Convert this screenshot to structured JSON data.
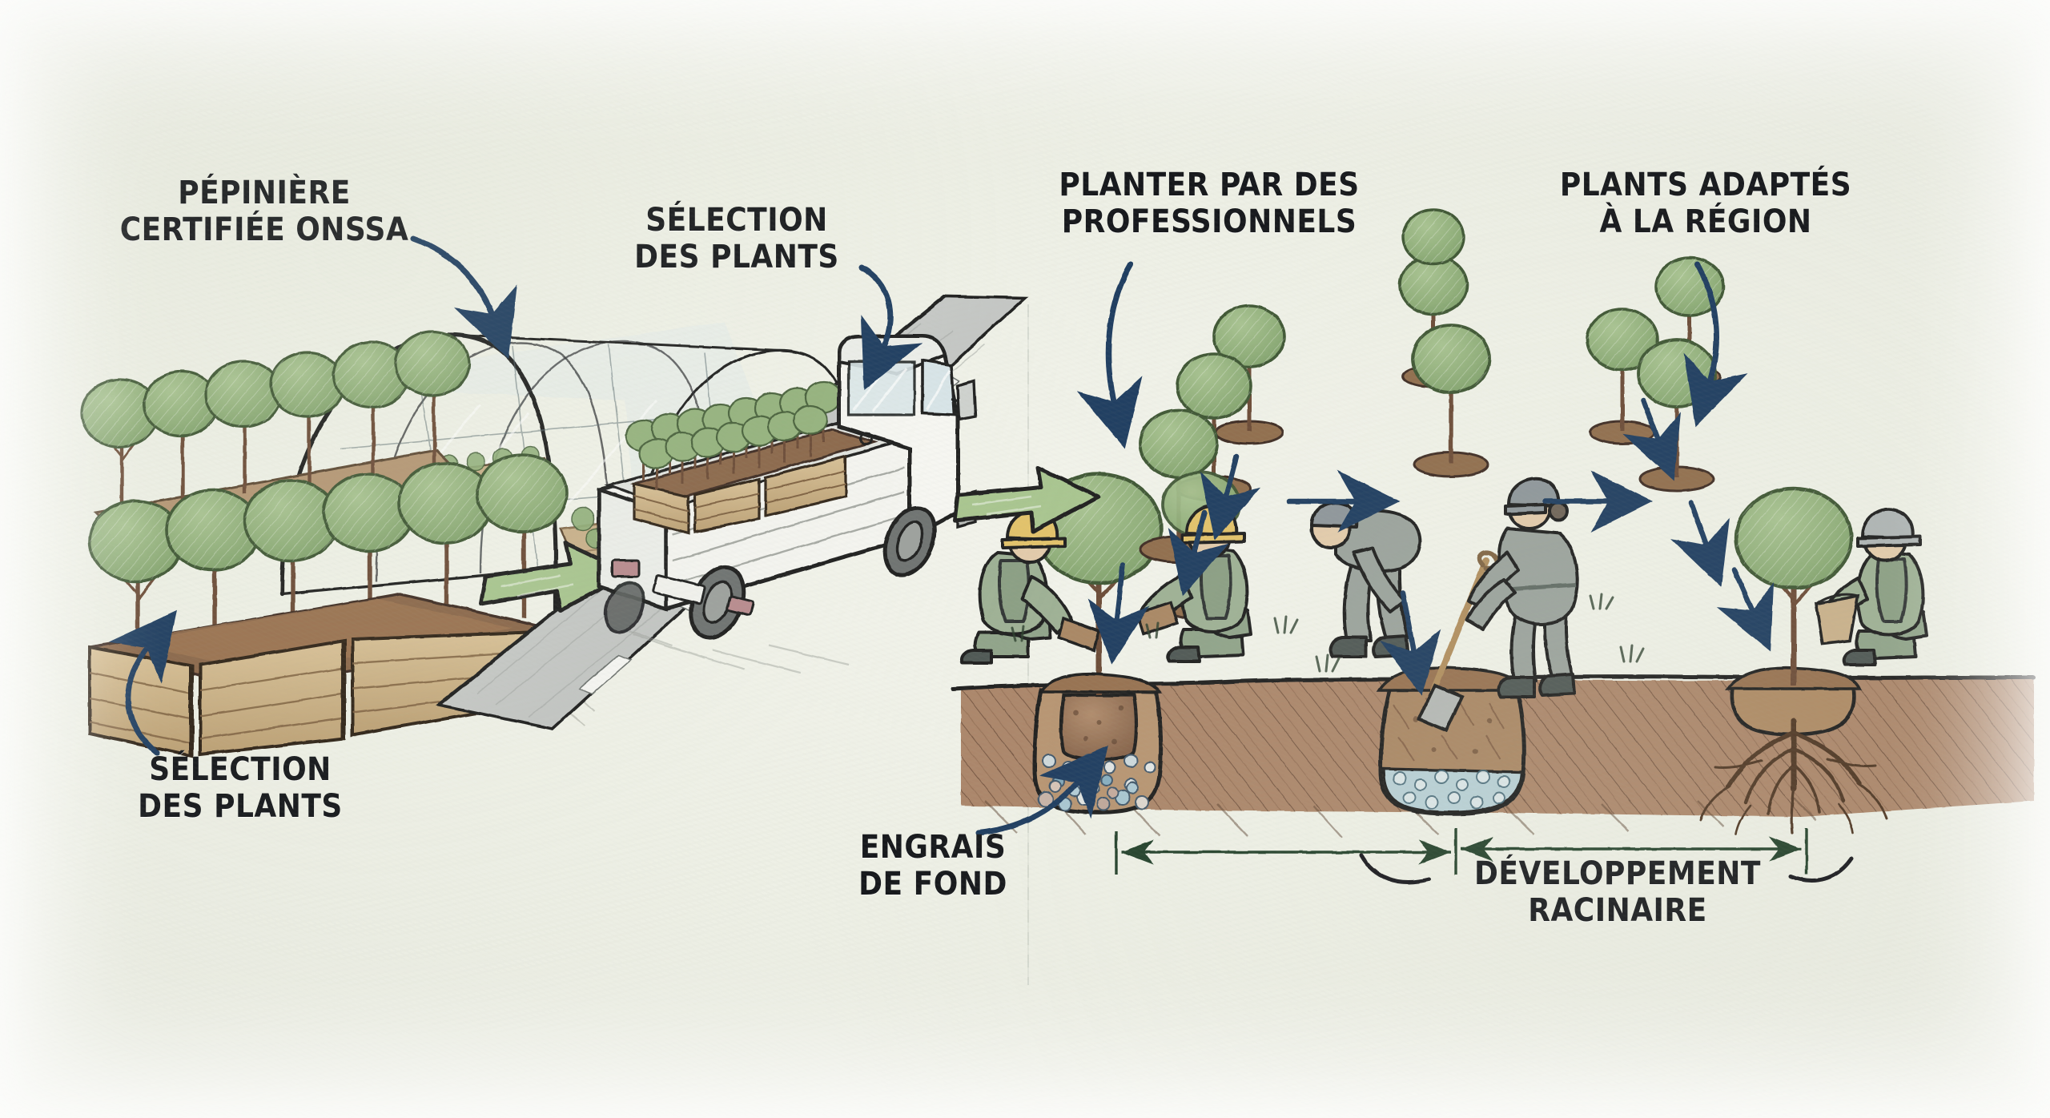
{
  "illustration": {
    "title": "Étapes de plantation d'arbres — de la pépinière au développement racinaire",
    "style": "hand-drawn sketch infographic, French labels",
    "background_color": "#eff0e8"
  },
  "palette": {
    "paper": "#eff0e8",
    "ink": "#14161a",
    "foliage_green": "#8fae79",
    "foliage_green_dark": "#6f9260",
    "soil_brown": "#a9826a",
    "soil_dark": "#7d5a44",
    "trunk_brown": "#6b4a35",
    "arrow_navy": "#1d3a5f",
    "arrow_green": "#a8c58f",
    "dimension_green": "#24402a",
    "helmet_yellow": "#e3c269",
    "uniform_green": "#93a68d",
    "road_gray": "#c3c5c4",
    "truck_white": "#f4f4f0",
    "gravel_blue": "#9fc2cf"
  },
  "labels": {
    "pepiniere": "PÉPINIÈRE\nCERTIFIÉE ONSSA",
    "selection_truck": "SÉLECTION\nDES PLANTS",
    "planter_pro": "PLANTER PAR DES\nPROFESSIONNELS",
    "plants_adaptes": "PLANTS ADAPTÉS\nÀ LA RÉGION",
    "selection_bottom": "SÉLECTION\nDES PLANTS",
    "engrais": "ENGRAIS\nDE FOND",
    "developpement_racinaire": "DÉVELOPPEMENT\nRACINAIRE"
  },
  "scenes": [
    {
      "id": "nursery",
      "name": "Pépinière certifiée ONSSA",
      "elements": [
        "greenhouse-tunnel",
        "wooden-planter-crates",
        "sapling-rows"
      ],
      "crate_count": 3,
      "sapling_rows": 2
    },
    {
      "id": "transport",
      "name": "Transport des plants",
      "elements": [
        "flatbed-truck",
        "road",
        "crates-of-saplings"
      ],
      "truck_color": "white",
      "road_markings": "dashed-white"
    },
    {
      "id": "planting",
      "name": "Plantation par des professionnels",
      "elements": [
        "workers",
        "planting-holes",
        "root-ball",
        "fertilizer-layer",
        "drainage-gravel",
        "root-system"
      ],
      "worker_count": 5,
      "hole_count": 3
    }
  ],
  "cross_sections": [
    {
      "id": "hole-1",
      "name": "Fosse avec engrais de fond",
      "layers": [
        "root-ball",
        "fertilizer-pellets",
        "gravel-mix"
      ]
    },
    {
      "id": "hole-2",
      "name": "Fosse avec drainage",
      "layers": [
        "backfill-soil",
        "drainage-gravel"
      ]
    },
    {
      "id": "hole-3",
      "name": "Développement racinaire",
      "layers": [
        "established-root-system"
      ]
    }
  ],
  "arrows": {
    "green_flow": 2,
    "navy_pointer": 9,
    "dimension_spans": 2
  }
}
